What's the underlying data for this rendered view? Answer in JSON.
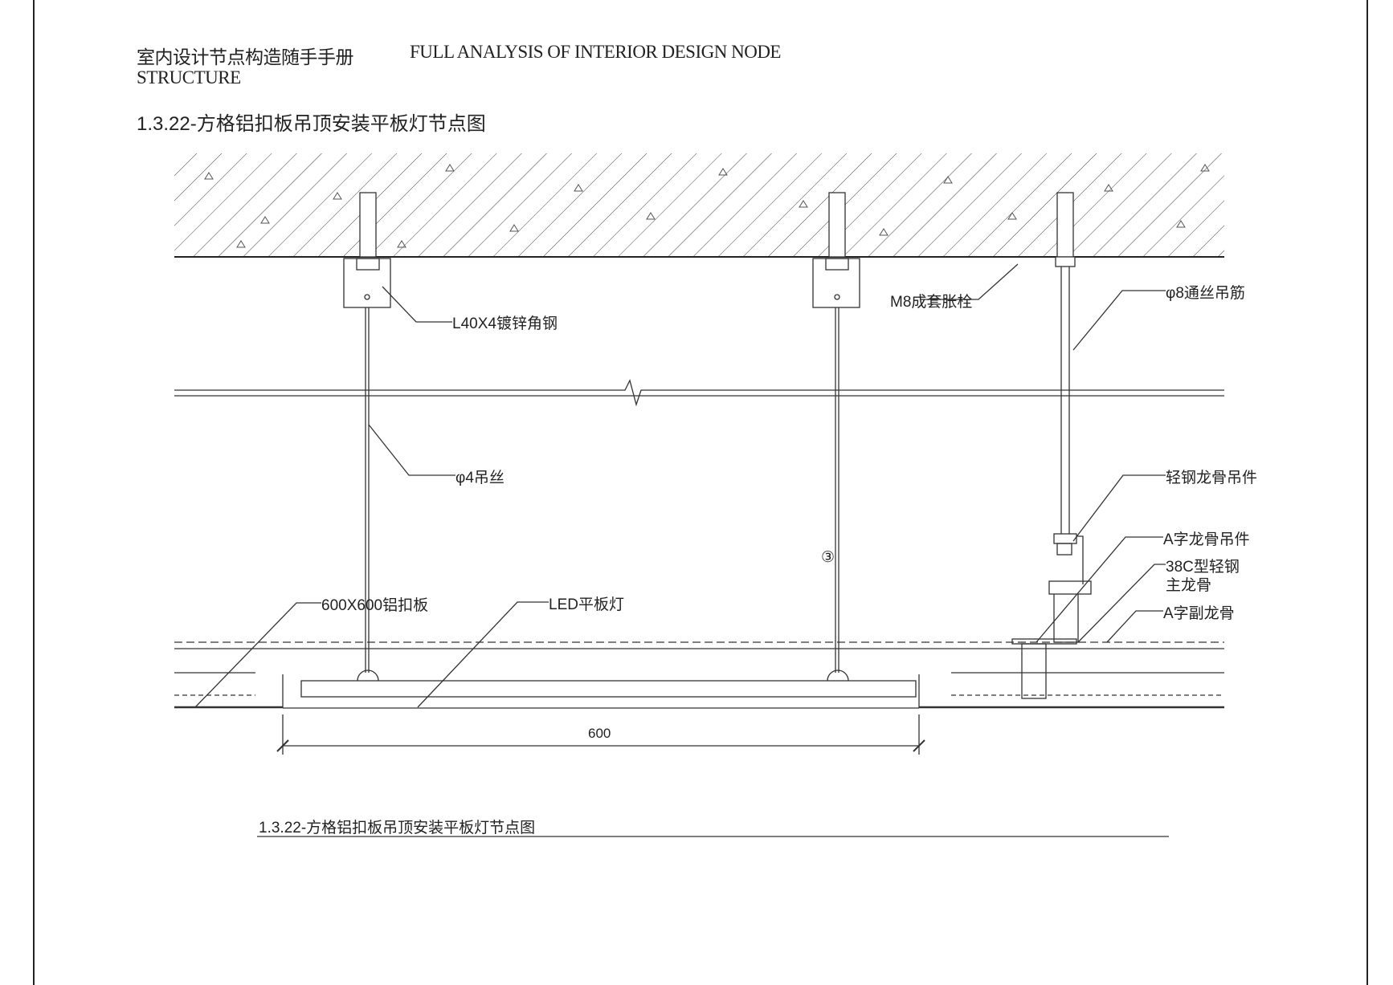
{
  "header": {
    "cn_title": "室内设计节点构造随手手册",
    "en_title_line1": "FULL ANALYSIS OF INTERIOR DESIGN NODE",
    "en_title_line2": "STRUCTURE",
    "section_title": "1.3.22-方格铝扣板吊顶安装平板灯节点图"
  },
  "labels": {
    "angle_steel": "L40X4镀锌角钢",
    "wire": "φ4吊丝",
    "anchor_bolt": "M8成套胀栓",
    "threaded_rod": "φ8通丝吊筋",
    "keel_hanger": "轻钢龙骨吊件",
    "a_keel_hanger": "A字龙骨吊件",
    "main_keel_line1": "38C型轻钢",
    "main_keel_line2": "主龙骨",
    "a_sub_keel": "A字副龙骨",
    "panel": "600X600铝扣板",
    "led": "LED平板灯",
    "marker": "③"
  },
  "dimension": {
    "value": "600"
  },
  "caption": "1.3.22-方格铝扣板吊顶安装平板灯节点图"
}
